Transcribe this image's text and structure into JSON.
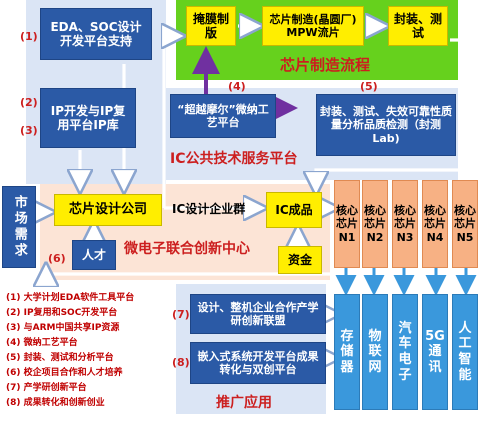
{
  "eda_box": "EDA、SOC设计开发平台支持",
  "ip_box": "IP开发与IP复用平台IP库",
  "mask_box": "掩膜制版",
  "chip_manufacturing_box": "芯片制造(晶圆厂) MPW流片",
  "packaging_box": "封装、测试",
  "chip_manufacturing_section_title": "芯片制造流程",
  "micro_nano_box": "“超越摩尔”微纳工艺平台",
  "reliability_box": "封装、测试、失效可靠性质量分析品质检测（封测Lab)",
  "public_service_section_title": "IC公共技术服务平台",
  "market_demand_box": "市场需求",
  "chip_design_company_box": "芯片设计公司",
  "ic_enterprise_cluster_label": "IC设计企业群",
  "ic_product_box": "IC成品",
  "talent_box": "人才",
  "innovation_center_label": "微电子联合创新中心",
  "capital_box": "资金",
  "core_chips": [
    "核心芯片N1",
    "核心芯片N2",
    "核心芯片N3",
    "核心芯片N4",
    "核心芯片N5"
  ],
  "applications": [
    "存储器",
    "物联网",
    "汽车电子",
    "5G通讯",
    "人工智能"
  ],
  "cooperation_box": "设计、整机企业合作产学研创新联盟",
  "embedded_box": "嵌入式系统开发平台成果转化与双创平台",
  "promotion_section_title": "推广应用",
  "markers": {
    "m1": "(1)",
    "m2": "(2)",
    "m3": "(3)",
    "m4": "(4)",
    "m5": "(5)",
    "m6": "(6)",
    "m7": "(7)",
    "m8": "(8)"
  },
  "legend": [
    "(1) 大学计划EDA软件工具平台",
    "(2) IP复用和SOC开发平台",
    "(3) 与ARM中国共享IP资源",
    "(4) 微纳工艺平台",
    "(5) 封装、测试和分析平台",
    "(6) 校企项目合作和人才培养",
    "(7) 产学研创新平台",
    "(8) 成果转化和创新创业"
  ],
  "colors": {
    "dark_blue_box": "#2b5aa6",
    "yellow_box": "#ffee00",
    "green_panel": "#66d11d",
    "light_blue_panel": "#dbe5f5",
    "peach_panel": "#fce4d6",
    "orange_box": "#f7b184",
    "cyan_box": "#3a98dc",
    "purple_arrow": "#7030a0",
    "red_text": "#cc1f1f"
  }
}
